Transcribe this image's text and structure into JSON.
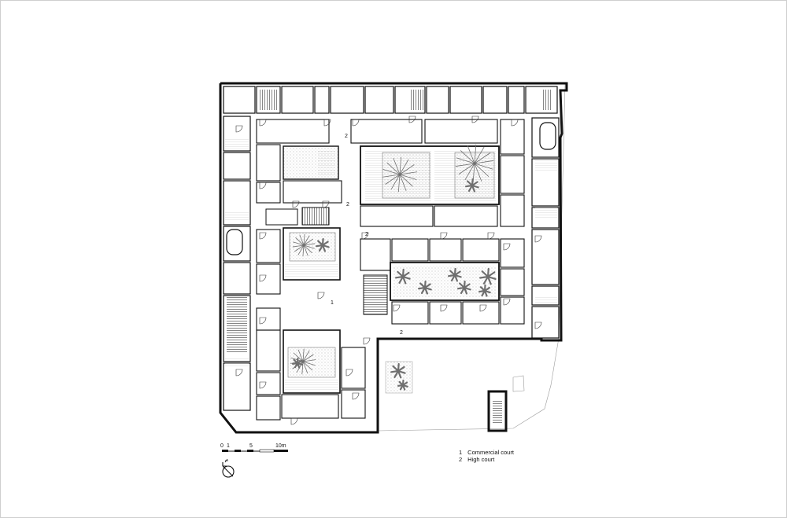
{
  "plan": {
    "court_markers": {
      "one": "1",
      "two": "2"
    }
  },
  "scale_bar": {
    "t0": "0",
    "t1": "1",
    "t5": "5",
    "t10": "10m"
  },
  "legend": {
    "items": [
      {
        "num": "1",
        "label": "Commercial court"
      },
      {
        "num": "2",
        "label": "High court"
      }
    ]
  },
  "colors": {
    "wall": "#111111",
    "line": "#555555",
    "hatch": "#9a9a9a",
    "tree": "#6f6f6f"
  },
  "icons": {
    "north": "north-arrow-icon"
  }
}
